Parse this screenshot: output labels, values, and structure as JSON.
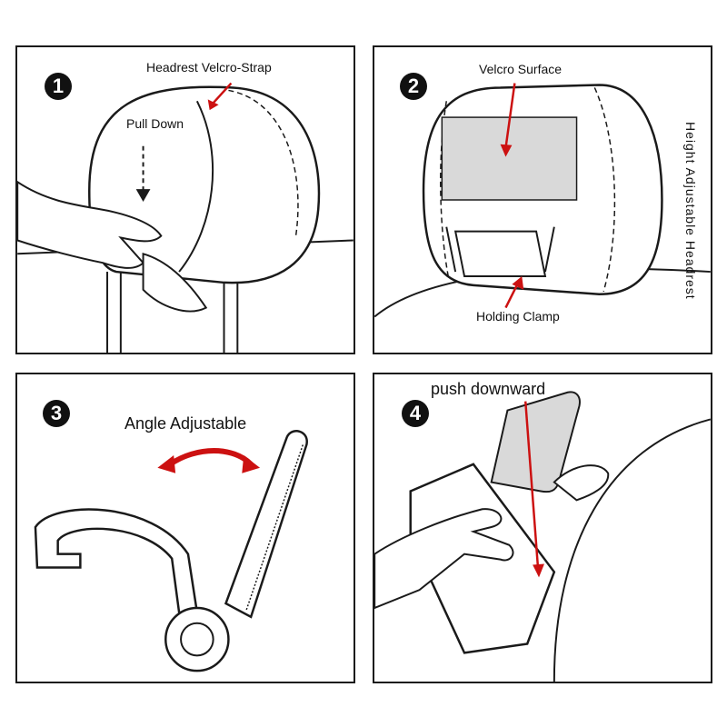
{
  "steps": [
    {
      "number": "1",
      "labels": {
        "strap": "Headrest Velcro-Strap",
        "action": "Pull Down"
      }
    },
    {
      "number": "2",
      "labels": {
        "surface": "Velcro Surface",
        "clamp": "Holding Clamp",
        "side": "Height Adjustable Headrest"
      }
    },
    {
      "number": "3",
      "labels": {
        "angle": "Angle Adjustable"
      }
    },
    {
      "number": "4",
      "labels": {
        "push": "push downward"
      }
    }
  ],
  "colors": {
    "arrow": "#cc1111",
    "line": "#1a1a1a",
    "velcro": "#d9d9d9"
  }
}
